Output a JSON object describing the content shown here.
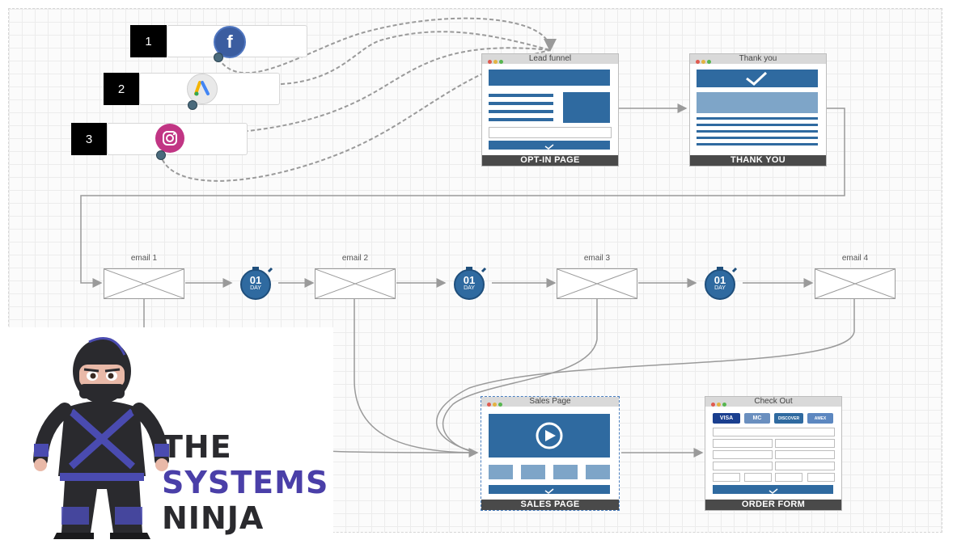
{
  "sources": [
    {
      "number": "1",
      "icon": "facebook-icon",
      "glyph": "f",
      "color": "#3b5da0"
    },
    {
      "number": "2",
      "icon": "google-ads-icon",
      "glyph": "A",
      "color": "#e9e9e9"
    },
    {
      "number": "3",
      "icon": "instagram-icon",
      "glyph": "◎",
      "color": "#c13584"
    }
  ],
  "pages": {
    "lead": {
      "title": "Lead funnel",
      "footer": "OPT-IN PAGE"
    },
    "thankyou": {
      "title": "Thank you",
      "footer": "THANK YOU"
    },
    "sales": {
      "title": "Sales Page",
      "footer": "SALES PAGE"
    },
    "checkout": {
      "title": "Check Out",
      "footer": "ORDER FORM"
    }
  },
  "emails": [
    "email 1",
    "email 2",
    "email 3",
    "email 4"
  ],
  "timer": {
    "value": "01",
    "unit": "DAY"
  },
  "checkout_cards": [
    "VISA",
    "MC",
    "DISCOVER",
    "AMEX"
  ],
  "brand": {
    "line1": "THE",
    "line2": "SYSTEMS",
    "line3": "NINJA"
  },
  "colors": {
    "accent": "#2f6aa0",
    "brand_purple": "#4a3fa8",
    "arrow": "#9a9a9a"
  }
}
